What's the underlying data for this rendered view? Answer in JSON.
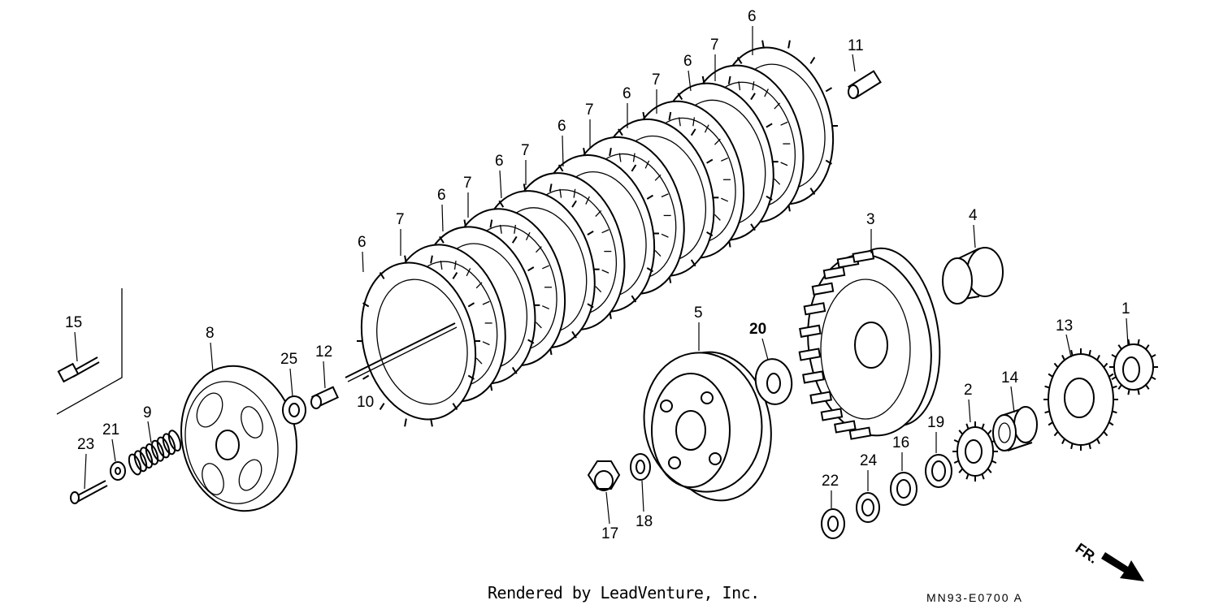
{
  "footer": {
    "credit": "Rendered by LeadVenture, Inc.",
    "code": "MN93-E0700 A"
  },
  "direction_marker": {
    "label": "FR.",
    "icon": "arrow-down-right-icon"
  },
  "parts": [
    {
      "label": "1"
    },
    {
      "label": "2"
    },
    {
      "label": "3"
    },
    {
      "label": "4"
    },
    {
      "label": "5"
    },
    {
      "label": "6"
    },
    {
      "label": "7"
    },
    {
      "label": "8"
    },
    {
      "label": "9"
    },
    {
      "label": "10"
    },
    {
      "label": "11"
    },
    {
      "label": "12"
    },
    {
      "label": "13"
    },
    {
      "label": "14"
    },
    {
      "label": "15"
    },
    {
      "label": "16"
    },
    {
      "label": "17"
    },
    {
      "label": "18"
    },
    {
      "label": "19"
    },
    {
      "label": "20"
    },
    {
      "label": "21"
    },
    {
      "label": "22"
    },
    {
      "label": "23"
    },
    {
      "label": "24"
    },
    {
      "label": "25"
    }
  ]
}
